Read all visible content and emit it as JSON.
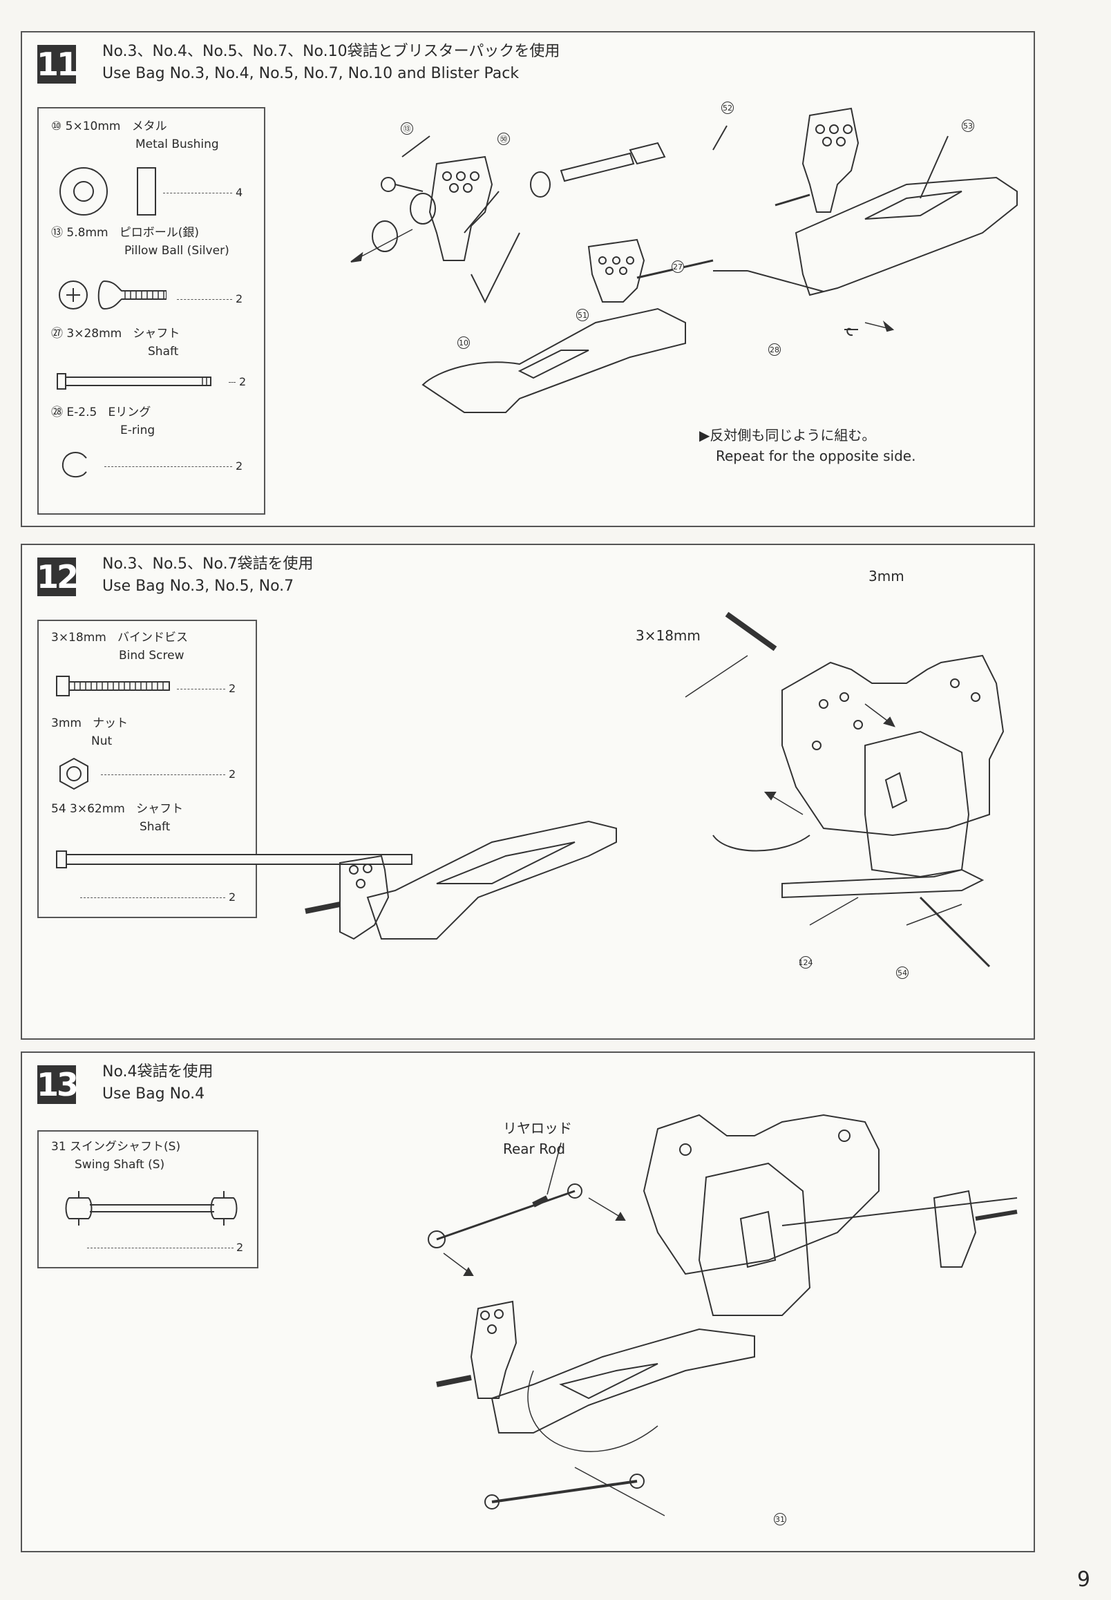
{
  "steps": [
    {
      "number": "11",
      "title_jp": "No.3、No.4、No.5、No.7、No.10袋詰とブリスターパックを使用",
      "title_en": "Use Bag No.3, No.4, No.5, No.7, No.10 and Blister Pack",
      "parts": [
        {
          "ref": "⑩",
          "size": "5×10mm",
          "name_jp": "メタル",
          "name_en": "Metal Bushing",
          "qty": "4"
        },
        {
          "ref": "⑬",
          "size": "5.8mm",
          "name_jp": "ピロボール(銀)",
          "name_en": "Pillow Ball (Silver)",
          "qty": "2"
        },
        {
          "ref": "㉗",
          "size": "3×28mm",
          "name_jp": "シャフト",
          "name_en": "Shaft",
          "qty": "2"
        },
        {
          "ref": "㉘",
          "size": "E-2.5",
          "name_jp": "Eリング",
          "name_en": "E-ring",
          "qty": "2"
        }
      ],
      "callout_markers": [
        "⑬",
        "㊿",
        "52",
        "10",
        "51",
        "53",
        "27",
        "28"
      ],
      "note_jp": "▶反対側も同じように組む。",
      "note_en": "Repeat for the opposite side."
    },
    {
      "number": "12",
      "title_jp": "No.3、No.5、No.7袋詰を使用",
      "title_en": "Use Bag No.3, No.5, No.7",
      "parts": [
        {
          "ref": "",
          "size": "3×18mm",
          "name_jp": "バインドビス",
          "name_en": "Bind Screw",
          "qty": "2"
        },
        {
          "ref": "",
          "size": "3mm",
          "name_jp": "ナット",
          "name_en": "Nut",
          "qty": "2"
        },
        {
          "ref": "54",
          "size": "3×62mm",
          "name_jp": "シャフト",
          "name_en": "Shaft",
          "qty": "2"
        }
      ],
      "labels": {
        "screw": "3×18mm",
        "nut": "3mm"
      },
      "callout_markers": [
        "124",
        "54"
      ]
    },
    {
      "number": "13",
      "title_jp": "No.4袋詰を使用",
      "title_en": "Use Bag No.4",
      "parts": [
        {
          "ref": "31",
          "size": "",
          "name_jp": "スイングシャフト(S)",
          "name_en": "Swing Shaft (S)",
          "qty": "2"
        }
      ],
      "labels": {
        "rear_rod_jp": "リヤロッド",
        "rear_rod_en": "Rear Rod"
      },
      "callout_markers": [
        "31"
      ]
    }
  ],
  "page_number": "9"
}
